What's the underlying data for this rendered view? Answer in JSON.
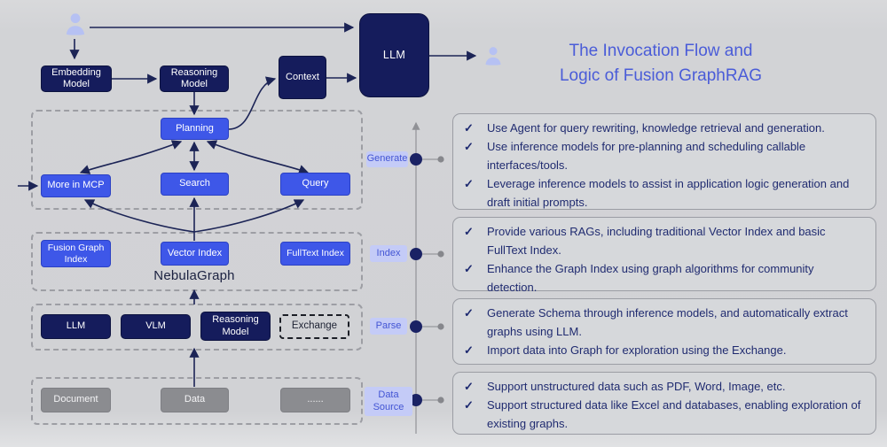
{
  "title": {
    "line1": "The Invocation Flow and",
    "line2": "Logic of Fusion GraphRAG"
  },
  "icons": {
    "check": "✓",
    "user": "user-silhouette"
  },
  "colors": {
    "accent_blue": "#3e57e8",
    "navy": "#151c5c",
    "badge_bg": "#c4cbf7",
    "badge_text": "#4355d4",
    "title_blue": "#4a5cd8",
    "gray_node": "#8b8c90"
  },
  "flow_nodes": {
    "embedding_model": "Embedding Model",
    "reasoning_model_top": "Reasoning Model",
    "context": "Context",
    "llm_main": "LLM",
    "planning": "Planning",
    "more_in_mcp": "More in MCP",
    "search": "Search",
    "query": "Query",
    "fusion_graph_index": "Fusion Graph Index",
    "vector_index": "Vector Index",
    "fulltext_index": "FullText Index",
    "nebulagraph": "NebulaGraph",
    "llm_parse": "LLM",
    "vlm": "VLM",
    "reasoning_model_parse": "Reasoning Model",
    "exchange": "Exchange",
    "document": "Document",
    "data": "Data",
    "more_sources": "......"
  },
  "stages": [
    {
      "label": "Generate"
    },
    {
      "label": "Index"
    },
    {
      "label": "Parse"
    },
    {
      "label": "Data Source"
    }
  ],
  "panels": [
    {
      "items": [
        "Use Agent for query rewriting, knowledge retrieval and generation.",
        "Use inference models for pre-planning and scheduling callable interfaces/tools.",
        "Leverage inference models to assist in application logic generation and draft initial prompts."
      ]
    },
    {
      "items": [
        "Provide various RAGs, including traditional Vector Index and basic FullText Index.",
        "Enhance the Graph Index using graph algorithms for community detection."
      ]
    },
    {
      "items": [
        "Generate Schema through inference models, and automatically extract graphs using LLM.",
        "Import data into Graph for exploration using the Exchange."
      ]
    },
    {
      "items": [
        "Support unstructured data such as PDF, Word, Image, etc.",
        "Support structured data like Excel and databases, enabling exploration of existing graphs."
      ]
    }
  ]
}
